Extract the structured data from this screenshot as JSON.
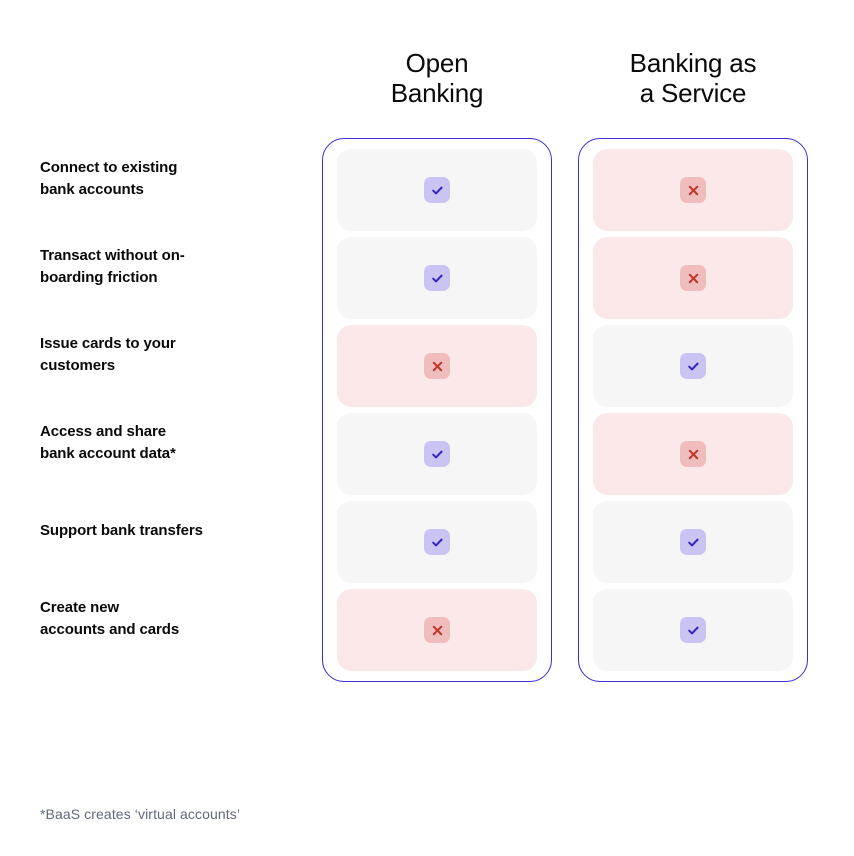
{
  "colors": {
    "card_border": "#3a2fd0",
    "cell_positive_bg": "#f6f6f7",
    "cell_negative_bg": "#fbe9e9",
    "chip_positive_bg": "#c9c4f2",
    "chip_positive_mark": "#2f22c4",
    "chip_negative_bg": "#f0bdbd",
    "chip_negative_mark": "#c0342c",
    "label_text": "#0a0a0a",
    "header_text": "#0a0a0a",
    "footnote_text": "#62687a",
    "page_bg": "#ffffff"
  },
  "columns": [
    {
      "line1": "Open",
      "line2": "Banking"
    },
    {
      "line1": "Banking as",
      "line2": "a Service"
    }
  ],
  "rows": [
    {
      "label": "Connect to existing\nbank accounts",
      "open_banking": {
        "state": "yes",
        "icon": "check-icon"
      },
      "banking_as_a_service": {
        "state": "no",
        "icon": "cross-icon"
      }
    },
    {
      "label": "Transact without on-\nboarding friction",
      "open_banking": {
        "state": "yes",
        "icon": "check-icon"
      },
      "banking_as_a_service": {
        "state": "no",
        "icon": "cross-icon"
      }
    },
    {
      "label": "Issue cards to your\ncustomers",
      "open_banking": {
        "state": "no",
        "icon": "cross-icon"
      },
      "banking_as_a_service": {
        "state": "yes",
        "icon": "check-icon"
      }
    },
    {
      "label": "Access and share\nbank account data*",
      "open_banking": {
        "state": "yes",
        "icon": "check-icon"
      },
      "banking_as_a_service": {
        "state": "no",
        "icon": "cross-icon"
      }
    },
    {
      "label": "Support bank transfers",
      "open_banking": {
        "state": "yes",
        "icon": "check-icon"
      },
      "banking_as_a_service": {
        "state": "yes",
        "icon": "check-icon"
      }
    },
    {
      "label": "Create new\naccounts and cards",
      "open_banking": {
        "state": "no",
        "icon": "cross-icon"
      },
      "banking_as_a_service": {
        "state": "yes",
        "icon": "check-icon"
      }
    }
  ],
  "footnote": "*BaaS creates ‘virtual accounts’"
}
